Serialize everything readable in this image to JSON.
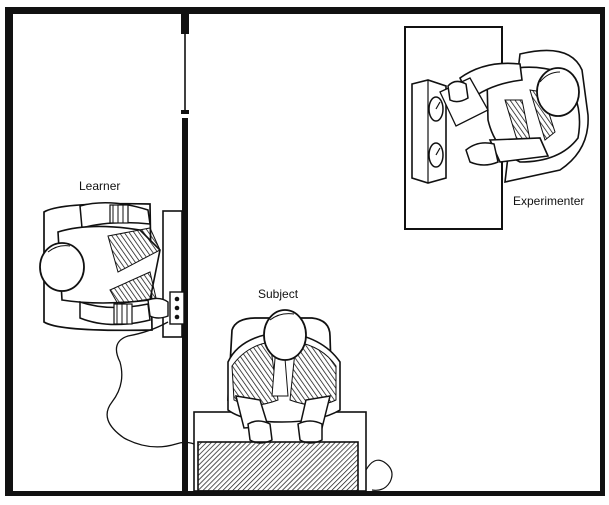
{
  "labels": {
    "learner": "Learner",
    "subject": "Subject",
    "experimenter": "Experimenter"
  },
  "colors": {
    "ink": "#111111",
    "paper": "#ffffff",
    "skin_fill": "#f4f4f4",
    "suit_shade": "#2a2a2a"
  },
  "icons": {
    "shock_generator": "hatched-panel",
    "electrode_box": "three-dot-panel",
    "clock_panel": "dual-dial-panel"
  }
}
